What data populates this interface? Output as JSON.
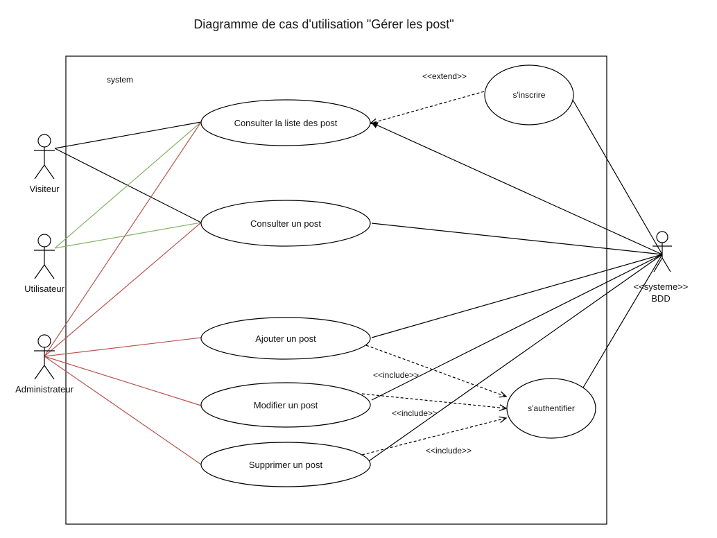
{
  "title": "Diagramme de cas d'utilisation \"Gérer les post\"",
  "system_label": "system",
  "actors": {
    "visiteur": "Visiteur",
    "utilisateur": "Utilisateur",
    "administrateur": "Administrateur",
    "bdd_stereotype": "<<systeme>>",
    "bdd": "BDD"
  },
  "use_cases": {
    "consulter_liste": "Consulter la liste des post",
    "consulter_un": "Consulter un post",
    "ajouter": "Ajouter un post",
    "modifier": "Modifier un post",
    "supprimer": "Supprimer un post",
    "inscrire": "s'inscrire",
    "authentifier": "s'authentifier"
  },
  "relations": {
    "extend": "<<extend>>",
    "include_1": "<<include>>",
    "include_2": "<<include>>",
    "include_3": "<<include>>"
  },
  "colors": {
    "utilisateur_links": "#82b366",
    "administrateur_links": "#b85450"
  }
}
